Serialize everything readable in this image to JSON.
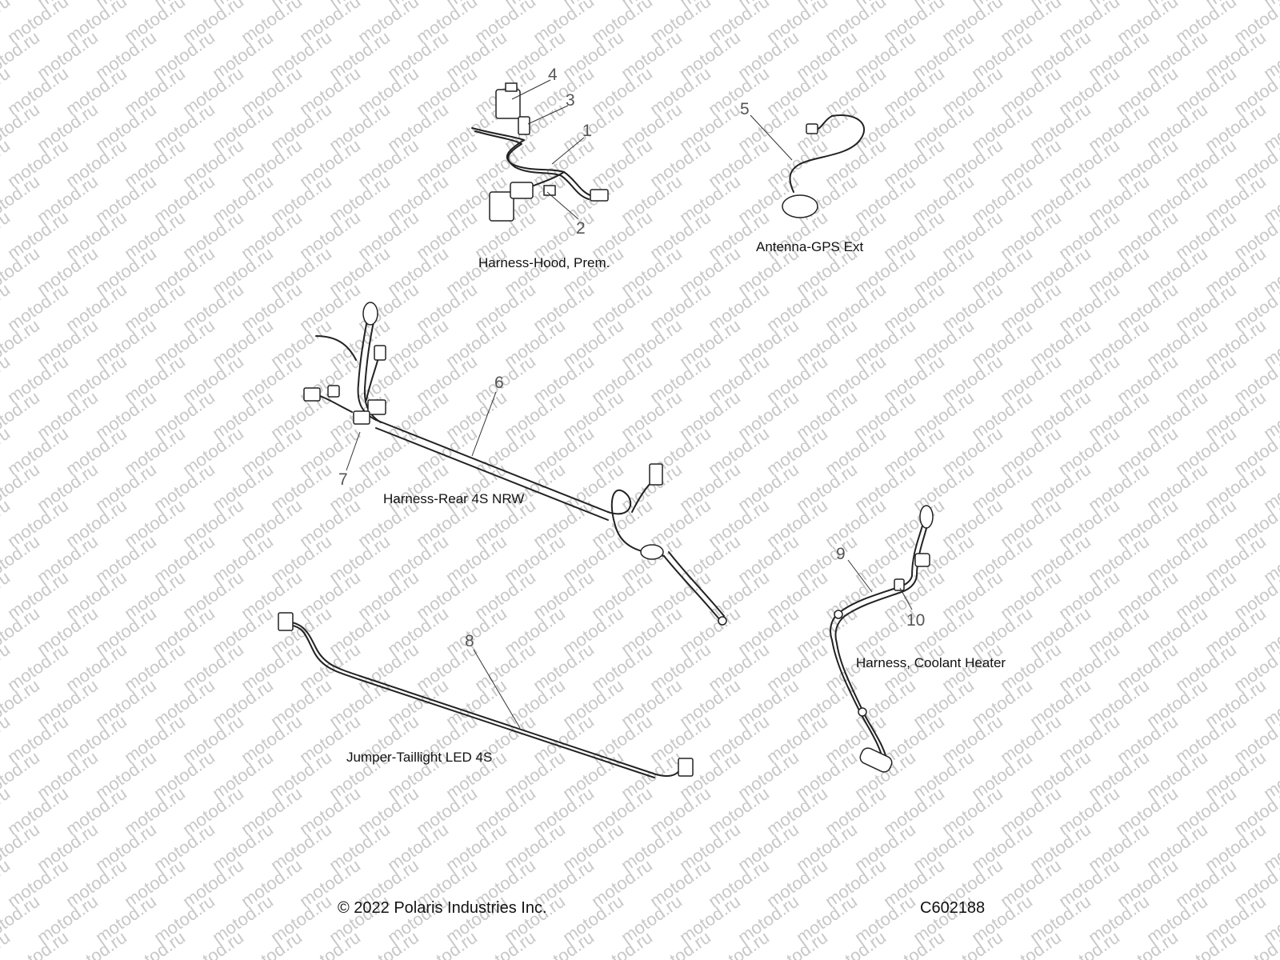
{
  "watermark": {
    "text": "motod.ru",
    "color": "#c8c8c8"
  },
  "groups": {
    "hood_harness": {
      "caption": "Harness-Hood, Prem.",
      "callouts": [
        "4",
        "3",
        "1",
        "2"
      ]
    },
    "gps_antenna": {
      "caption": "Antenna-GPS Ext",
      "callouts": [
        "5"
      ]
    },
    "rear_harness": {
      "caption": "Harness-Rear 4S NRW",
      "callouts": [
        "6",
        "7"
      ]
    },
    "taillight_jumper": {
      "caption": "Jumper-Taillight LED 4S",
      "callouts": [
        "8"
      ]
    },
    "coolant_harness": {
      "caption": "Harness, Coolant Heater",
      "callouts": [
        "9",
        "10"
      ]
    }
  },
  "footer": {
    "copyright": "© 2022 Polaris Industries Inc.",
    "code": "C602188"
  }
}
